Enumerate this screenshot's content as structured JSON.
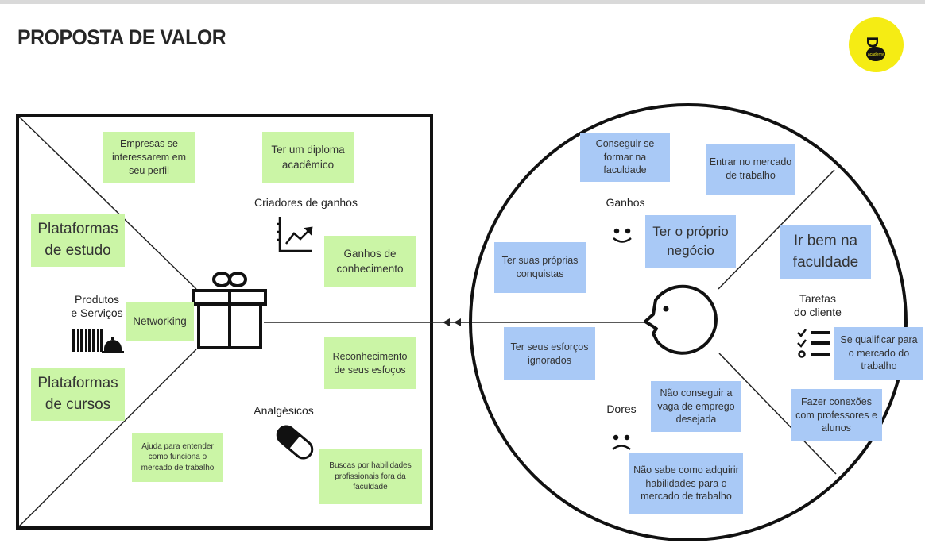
{
  "page": {
    "title": "PROPOSTA DE VALOR"
  },
  "logo": {
    "icon": "dt-academy-logo",
    "color": "#f5ec14",
    "text": "academy"
  },
  "product_map": {
    "labels": {
      "products": "Produtos\ne Serviços",
      "gain_creators": "Criadores de ganhos",
      "pain_relievers": "Analgésicos"
    },
    "notes": {
      "empresas": "Empresas se interessarem em seu perfil",
      "diploma": "Ter um diploma acadêmico",
      "plataformas_estudo": "Plataformas de estudo",
      "ganhos_conhecimento": "Ganhos de conhecimento",
      "networking": "Networking",
      "reconhecimento": "Reconhecimento de seus esfoços",
      "plataformas_cursos": "Plataformas de cursos",
      "ajuda": "Ajuda para entender como funciona o mercado de trabalho",
      "buscas": "Buscas por habilidades profissionais fora da faculdade"
    },
    "note_color": "#cbf5a6"
  },
  "customer_profile": {
    "labels": {
      "gains": "Ganhos",
      "pains": "Dores",
      "jobs": "Tarefas\ndo cliente"
    },
    "notes": {
      "conseguir": "Conseguir se formar na faculdade",
      "entrar": "Entrar no mercado de trabalho",
      "proprio_negocio": "Ter o próprio negócio",
      "ir_bem": "Ir bem na faculdade",
      "conquistas": "Ter suas próprias conquistas",
      "ignorados": "Ter seus esforços ignorados",
      "qualificar": "Se qualificar para o mercado do trabalho",
      "nao_conseguir": "Não conseguir a vaga de emprego desejada",
      "conexoes": "Fazer conexões com professores e alunos",
      "nao_sabe": "Não sabe como adquirir habilidades para o mercado de trabalho"
    },
    "note_color": "#a9c9f6"
  }
}
